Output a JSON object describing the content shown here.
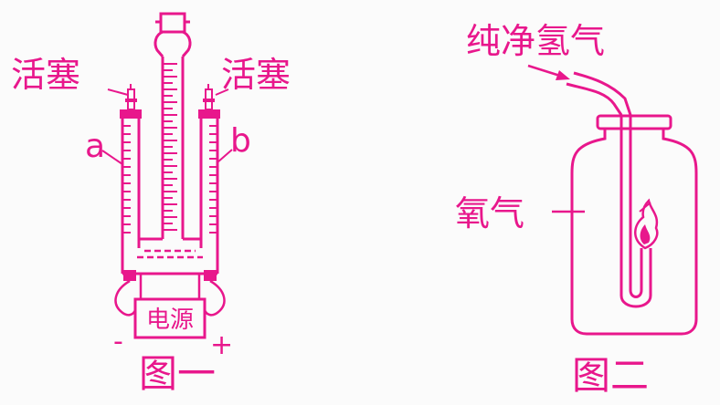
{
  "figure1": {
    "stopcock_left": "活塞",
    "stopcock_right": "活塞",
    "tube_a": "a",
    "tube_b": "b",
    "power_supply": "电源",
    "terminal_negative": "-",
    "terminal_positive": "+",
    "caption": "图一"
  },
  "figure2": {
    "gas_in": "纯净氢气",
    "bottle_gas": "氧气",
    "caption": "图二"
  },
  "colors": {
    "ink": "#e8178c",
    "background": "#fbfbfb"
  }
}
